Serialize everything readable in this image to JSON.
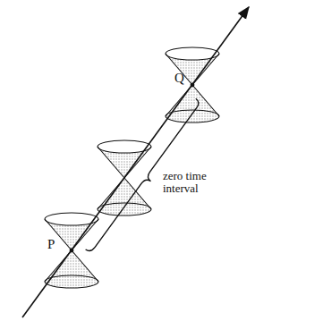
{
  "diagram": {
    "labels": [
      "Q",
      "zero time interval",
      "P"
    ]
  }
}
